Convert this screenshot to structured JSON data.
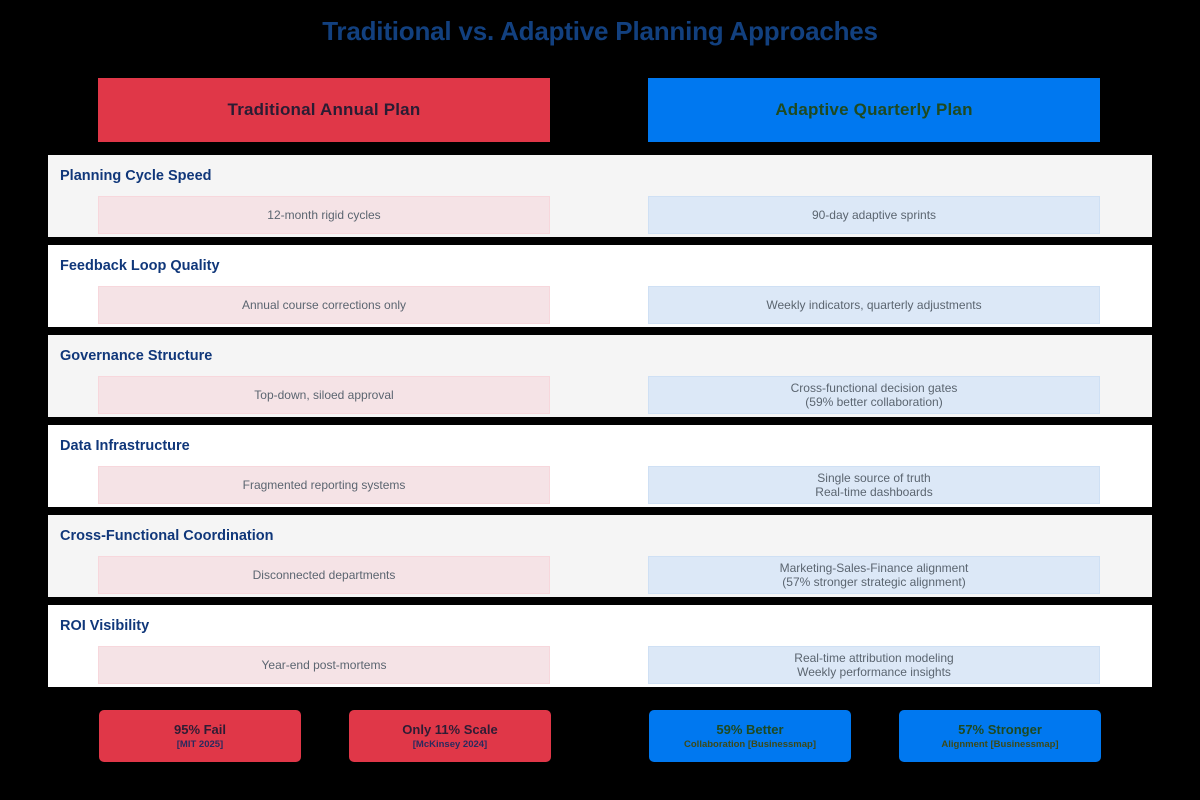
{
  "title": "Traditional vs. Adaptive Planning Approaches",
  "columns": {
    "traditional": {
      "label": "Traditional Annual Plan",
      "color": "#e03748"
    },
    "adaptive": {
      "label": "Adaptive Quarterly Plan",
      "color": "#0078f0"
    }
  },
  "rows": [
    {
      "label": "Planning Cycle Speed",
      "traditional": [
        "12-month rigid cycles"
      ],
      "adaptive": [
        "90-day adaptive sprints"
      ]
    },
    {
      "label": "Feedback Loop Quality",
      "traditional": [
        "Annual course corrections only"
      ],
      "adaptive": [
        "Weekly indicators, quarterly adjustments"
      ]
    },
    {
      "label": "Governance Structure",
      "traditional": [
        "Top-down, siloed approval"
      ],
      "adaptive": [
        "Cross-functional decision gates",
        "(59% better collaboration)"
      ]
    },
    {
      "label": "Data Infrastructure",
      "traditional": [
        "Fragmented reporting systems"
      ],
      "adaptive": [
        "Single source of truth",
        "Real-time dashboards"
      ]
    },
    {
      "label": "Cross-Functional Coordination",
      "traditional": [
        "Disconnected departments"
      ],
      "adaptive": [
        "Marketing-Sales-Finance alignment",
        "(57% stronger strategic alignment)"
      ]
    },
    {
      "label": "ROI Visibility",
      "traditional": [
        "Year-end post-mortems"
      ],
      "adaptive": [
        "Real-time attribution modeling",
        "Weekly performance insights"
      ]
    }
  ],
  "stats": [
    {
      "headline": "95% Fail",
      "source": "[MIT 2025]",
      "tone": "negative"
    },
    {
      "headline": "Only 11% Scale",
      "source": "[McKinsey 2024]",
      "tone": "negative"
    },
    {
      "headline": "59% Better",
      "source": "Collaboration [Businessmap]",
      "tone": "positive"
    },
    {
      "headline": "57% Stronger",
      "source": "Alignment [Businessmap]",
      "tone": "positive"
    }
  ],
  "chart_data": {
    "type": "table",
    "title": "Traditional vs. Adaptive Planning Approaches",
    "columns": [
      "Dimension",
      "Traditional Annual Plan",
      "Adaptive Quarterly Plan"
    ],
    "rows": [
      [
        "Planning Cycle Speed",
        "12-month rigid cycles",
        "90-day adaptive sprints"
      ],
      [
        "Feedback Loop Quality",
        "Annual course corrections only",
        "Weekly indicators, quarterly adjustments"
      ],
      [
        "Governance Structure",
        "Top-down, siloed approval",
        "Cross-functional decision gates (59% better collaboration)"
      ],
      [
        "Data Infrastructure",
        "Fragmented reporting systems",
        "Single source of truth / Real-time dashboards"
      ],
      [
        "Cross-Functional Coordination",
        "Disconnected departments",
        "Marketing-Sales-Finance alignment (57% stronger strategic alignment)"
      ],
      [
        "ROI Visibility",
        "Year-end post-mortems",
        "Real-time attribution modeling / Weekly performance insights"
      ]
    ],
    "annotations": [
      {
        "label": "95% Fail",
        "value": 95,
        "unit": "%",
        "source": "MIT 2025",
        "tone": "negative"
      },
      {
        "label": "Only 11% Scale",
        "value": 11,
        "unit": "%",
        "source": "McKinsey 2024",
        "tone": "negative"
      },
      {
        "label": "59% Better",
        "value": 59,
        "unit": "%",
        "source": "Businessmap",
        "metric": "Collaboration",
        "tone": "positive"
      },
      {
        "label": "57% Stronger",
        "value": 57,
        "unit": "%",
        "source": "Businessmap",
        "metric": "Alignment",
        "tone": "positive"
      }
    ],
    "legend": [
      "Traditional Annual Plan",
      "Adaptive Quarterly Plan"
    ],
    "colors": {
      "traditional": "#e03748",
      "adaptive": "#0078f0",
      "background": "#000000",
      "title": "#12407f"
    }
  }
}
